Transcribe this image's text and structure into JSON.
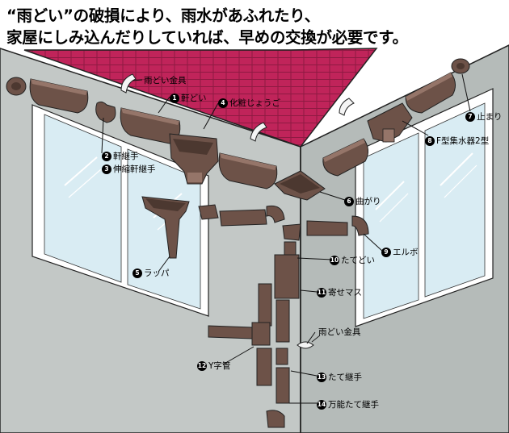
{
  "headline": {
    "line1": "“雨どい”の破損により、雨水があふれたり、",
    "line2": "家屋にしみ込んだりしていれば、早めの交換が必要です。"
  },
  "parts": [
    {
      "num": "1",
      "label": "軒どい"
    },
    {
      "num": "2",
      "label": "軒継手"
    },
    {
      "num": "3",
      "label": "伸縮軒継手"
    },
    {
      "num": "4",
      "label": "化粧じょうご"
    },
    {
      "num": "5",
      "label": "ラッパ"
    },
    {
      "num": "6",
      "label": "曲がり"
    },
    {
      "num": "7",
      "label": "止まり"
    },
    {
      "num": "8",
      "label": "F型集水器2型"
    },
    {
      "num": "9",
      "label": "エルボ"
    },
    {
      "num": "10",
      "label": "たてどい"
    },
    {
      "num": "11",
      "label": "寄せマス"
    },
    {
      "num": "12",
      "label": "Y字管"
    },
    {
      "num": "13",
      "label": "たて継手"
    },
    {
      "num": "14",
      "label": "万能たて継手"
    }
  ],
  "brackets": [
    {
      "label": "雨どい金具"
    },
    {
      "label": "雨どい金具"
    }
  ],
  "colors": {
    "roof": "#c0245a",
    "wall": "#c3c8c6",
    "wall_side": "#b5bbb9",
    "glass": "#d9ecf3",
    "frame": "#ffffff",
    "gutter": "#6d5248",
    "gutter_dark": "#4c3830",
    "gutter_light": "#957569",
    "bracket": "#f4f4f4"
  }
}
